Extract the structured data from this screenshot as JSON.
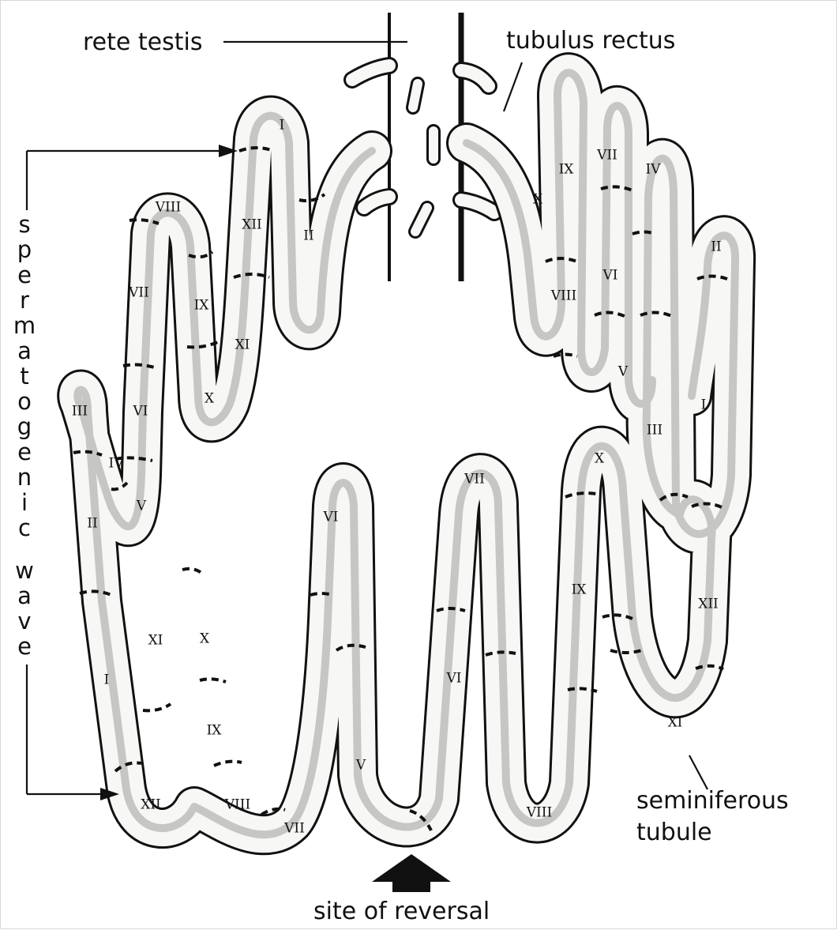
{
  "labels": {
    "rete_testis": "rete testis",
    "tubulus_rectus": "tubulus rectus",
    "seminiferous_line1": "seminiferous",
    "seminiferous_line2": "tubule",
    "site_of_reversal": "site of reversal",
    "spermatogenic_wave": "spermatogenic wave"
  },
  "stage_numerals": {
    "upper_left_loop": [
      "I",
      "XII",
      "II",
      "VIII",
      "VII",
      "IX",
      "XI",
      "X",
      "VI",
      "III",
      "IV",
      "V",
      "II"
    ],
    "upper_right_loop": [
      "IX",
      "X",
      "VII",
      "IV",
      "VIII",
      "VI",
      "II",
      "V",
      "I",
      "III"
    ],
    "lower_loop": [
      "XI",
      "X",
      "IX",
      "I",
      "XII",
      "VIII",
      "VII",
      "VI",
      "V",
      "VI",
      "VII",
      "IX",
      "VIII",
      "X",
      "XII",
      "XI"
    ]
  },
  "colors": {
    "ink": "#111111",
    "tubule_fill": "#f7f7f5",
    "background": "#ffffff"
  }
}
